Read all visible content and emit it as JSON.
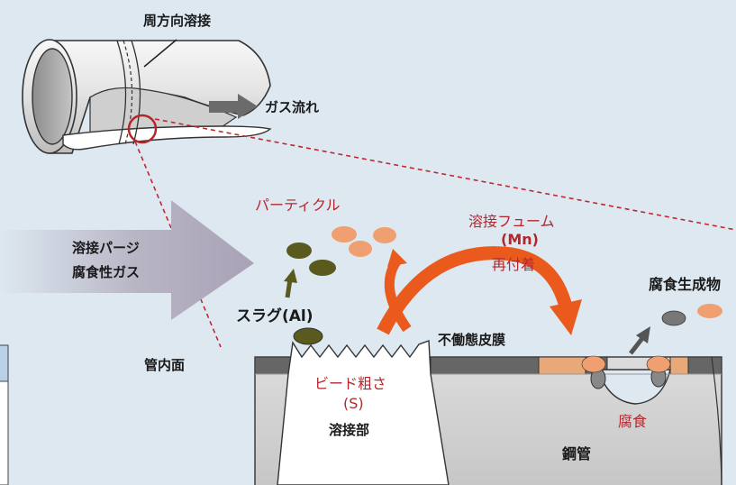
{
  "labels": {
    "circumferential_weld": "周方向溶接",
    "gas_flow": "ガス流れ",
    "purge_gas": [
      "溶接パージ",
      "腐食性ガス"
    ],
    "particle": "パーティクル",
    "slag": "スラグ(Al)",
    "weld_fume": [
      "溶接フューム",
      "(Mn)",
      "再付着"
    ],
    "corrosion_products": "腐食生成物",
    "pipe_inner_surface": "管内面",
    "passive_film": "不働態皮膜",
    "bead_roughness": [
      "ビード粗さ",
      "(S)"
    ],
    "weld_zone": "溶接部",
    "corrosion": "腐食",
    "steel_pipe": "鋼管"
  },
  "colors": {
    "background": "#dde8f1",
    "accent_red": "#b5262c",
    "fume_arrow": "#ea5a1c",
    "particle_orange": "#f0a070",
    "slag_olive": "#5a5a1e",
    "pipe_gray": "#d0d0d0",
    "passive_film": "#666666",
    "corrosion_patch": "#e8a878"
  }
}
